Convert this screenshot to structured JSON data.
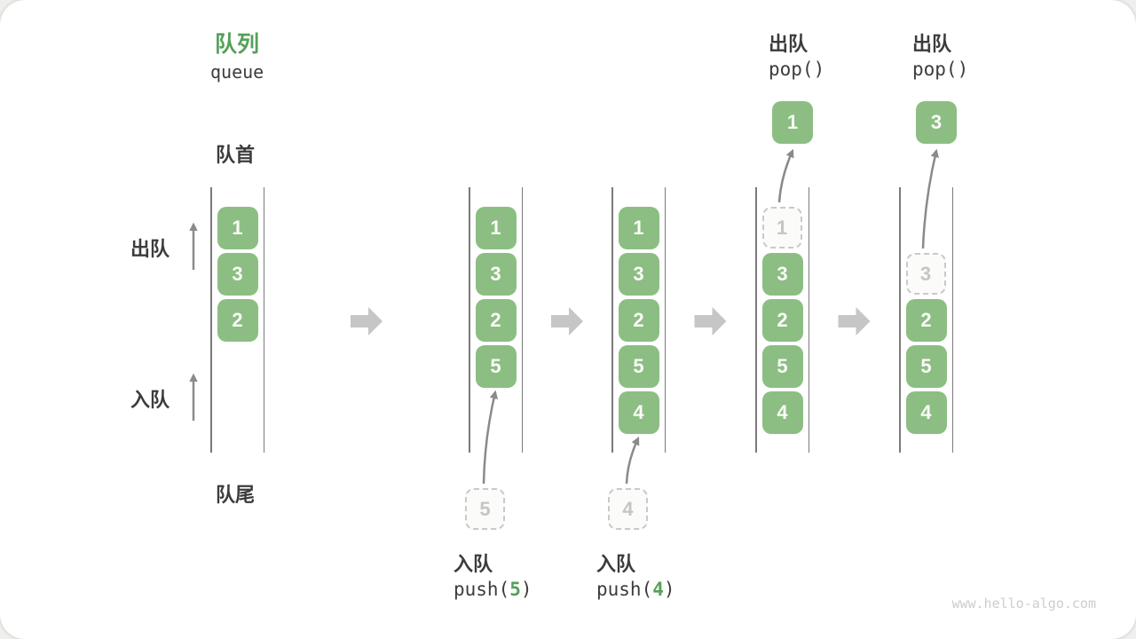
{
  "colors": {
    "accent_green": "#55A05A",
    "box_green": "#8CBE83",
    "box_text": "#FBFBF8",
    "dark_text": "#3C3C3C",
    "rail_gray": "#7A7A7A",
    "arrow_gray": "#8A8A8A",
    "block_arrow_gray": "#C6C6C6",
    "dashed_border": "#C9C9C9",
    "dashed_text": "#C5C5C5",
    "watermark_gray": "#CDCDCD"
  },
  "header": {
    "title": "队列",
    "subtitle": "queue"
  },
  "side_labels": {
    "front": "队首",
    "rear": "队尾",
    "dequeue": "出队",
    "enqueue": "入队"
  },
  "watermark": "www.hello-algo.com",
  "columns": [
    {
      "name": "initial",
      "slot_offset": 0,
      "cells": [
        {
          "value": "1",
          "variant": "solid"
        },
        {
          "value": "3",
          "variant": "solid"
        },
        {
          "value": "2",
          "variant": "solid"
        }
      ]
    },
    {
      "name": "after-push-5",
      "slot_offset": 0,
      "cells": [
        {
          "value": "1",
          "variant": "solid"
        },
        {
          "value": "3",
          "variant": "solid"
        },
        {
          "value": "2",
          "variant": "solid"
        },
        {
          "value": "5",
          "variant": "solid"
        }
      ],
      "incoming": {
        "value": "5",
        "action": "入队",
        "code_parts": [
          "push(",
          "5",
          ")"
        ]
      }
    },
    {
      "name": "after-push-4",
      "slot_offset": 0,
      "cells": [
        {
          "value": "1",
          "variant": "solid"
        },
        {
          "value": "3",
          "variant": "solid"
        },
        {
          "value": "2",
          "variant": "solid"
        },
        {
          "value": "5",
          "variant": "solid"
        },
        {
          "value": "4",
          "variant": "solid"
        }
      ],
      "incoming": {
        "value": "4",
        "action": "入队",
        "code_parts": [
          "push(",
          "4",
          ")"
        ]
      }
    },
    {
      "name": "pop-1",
      "slot_offset": 0,
      "cells": [
        {
          "value": "1",
          "variant": "dashed"
        },
        {
          "value": "3",
          "variant": "solid"
        },
        {
          "value": "2",
          "variant": "solid"
        },
        {
          "value": "5",
          "variant": "solid"
        },
        {
          "value": "4",
          "variant": "solid"
        }
      ],
      "popped": {
        "value": "1",
        "action": "出队",
        "code_parts": [
          "pop()",
          "",
          ""
        ]
      }
    },
    {
      "name": "pop-3",
      "slot_offset": 1,
      "cells": [
        {
          "value": "3",
          "variant": "dashed"
        },
        {
          "value": "2",
          "variant": "solid"
        },
        {
          "value": "5",
          "variant": "solid"
        },
        {
          "value": "4",
          "variant": "solid"
        }
      ],
      "popped": {
        "value": "3",
        "action": "出队",
        "code_parts": [
          "pop()",
          "",
          ""
        ]
      }
    }
  ]
}
